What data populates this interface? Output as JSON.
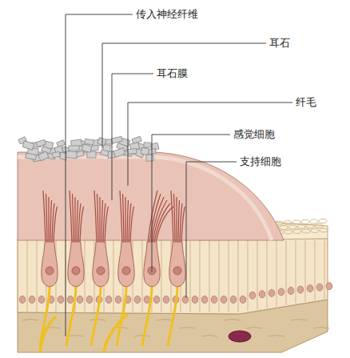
{
  "diagram": {
    "labels": [
      "传入神经纤维",
      "耳石",
      "耳石膜",
      "纤毛",
      "感觉细胞",
      "支持细胞"
    ]
  }
}
